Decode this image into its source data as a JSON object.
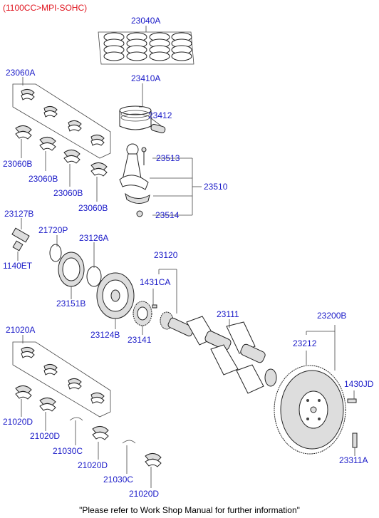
{
  "header": {
    "engine": "(1100CC>MPI-SOHC)"
  },
  "footer": {
    "note": "\"Please refer to Work Shop Manual for further information\""
  },
  "labels": {
    "p23040A": "23040A",
    "p23060A": "23060A",
    "p23410A": "23410A",
    "p23412": "23412",
    "p23513": "23513",
    "p23510": "23510",
    "p23514": "23514",
    "p23060B_1": "23060B",
    "p23060B_2": "23060B",
    "p23060B_3": "23060B",
    "p23060B_4": "23060B",
    "p23127B": "23127B",
    "p21720P": "21720P",
    "p23126A": "23126A",
    "p1140ET": "1140ET",
    "p23120": "23120",
    "p1431CA": "1431CA",
    "p23151B": "23151B",
    "p23124B": "23124B",
    "p23141": "23141",
    "p23111": "23111",
    "p23200B": "23200B",
    "p23212": "23212",
    "p21020A": "21020A",
    "p1430JD": "1430JD",
    "p21020D_1": "21020D",
    "p21020D_2": "21020D",
    "p21030C_1": "21030C",
    "p21020D_3": "21020D",
    "p21030C_2": "21030C",
    "p21020D_4": "21020D",
    "p23311A": "23311A"
  }
}
